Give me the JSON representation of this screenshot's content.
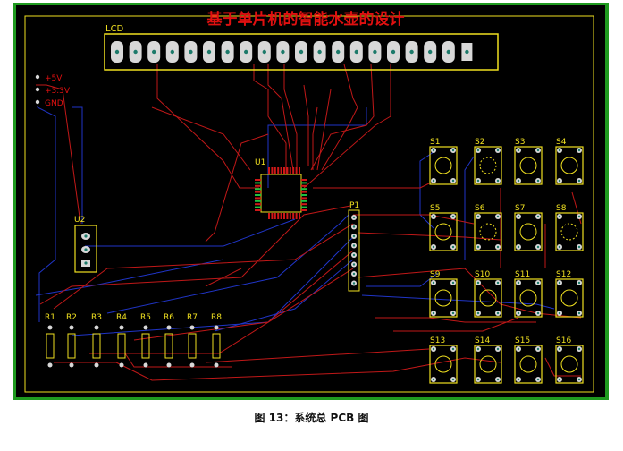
{
  "title": "基于单片机的智能水壶的设计",
  "caption": "图 13：系统总 PCB 图",
  "labels": {
    "lcd": "LCD",
    "u1": "U1",
    "u2": "U2",
    "p1": "P1",
    "power": [
      "+5V",
      "+3.3V",
      "GND"
    ]
  },
  "resistors": [
    "R1",
    "R2",
    "R3",
    "R4",
    "R5",
    "R6",
    "R7",
    "R8"
  ],
  "switches": [
    [
      "S1",
      "S2",
      "S3",
      "S4"
    ],
    [
      "S5",
      "S6",
      "S7",
      "S8"
    ],
    [
      "S9",
      "S10",
      "S11",
      "S12"
    ],
    [
      "S13",
      "S14",
      "S15",
      "S16"
    ]
  ],
  "colors": {
    "board": "#000000",
    "border": "#1f9a1f",
    "silk": "#f0e020",
    "top_trace": "#c01818",
    "bottom_trace": "#2035c8",
    "pad": "#d8d8d8",
    "title": "#e01010"
  }
}
